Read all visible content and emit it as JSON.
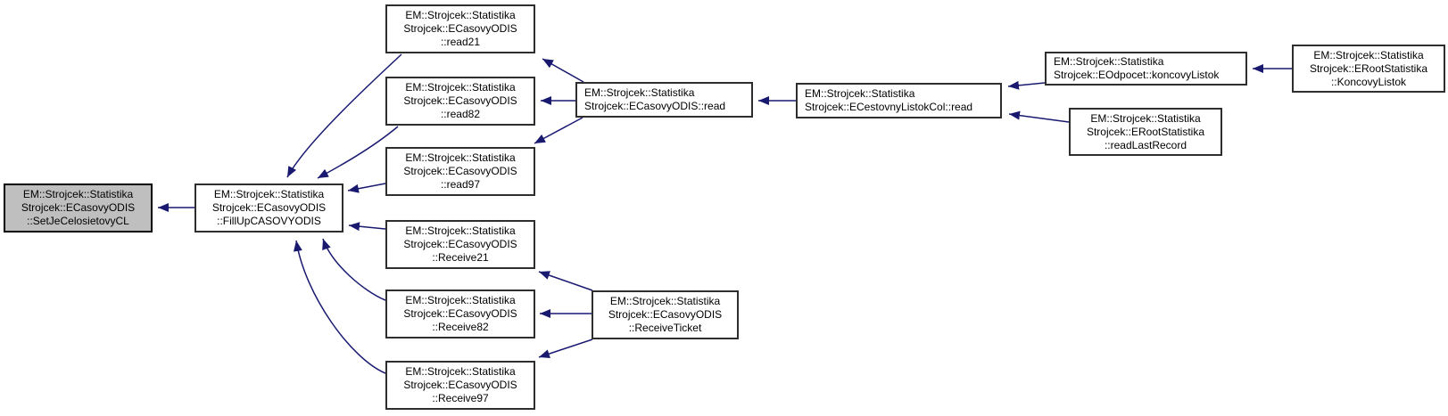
{
  "diagram": {
    "kind": "doxygen-caller-graph",
    "background_color": "#ffffff",
    "edge_color": "#191970",
    "node_fill": "#ffffff",
    "node_border_color": "#2e2e2e",
    "highlighted_node_fill": "#bfbfbf",
    "text_color": "#000000"
  },
  "nodes": {
    "setjecelosietovycl": {
      "lines": [
        "EM::Strojcek::Statistika",
        "Strojcek::ECasovyODIS",
        "::SetJeCelosietovyCL"
      ],
      "highlighted": true
    },
    "fillupcasovyodis": {
      "lines": [
        "EM::Strojcek::Statistika",
        "Strojcek::ECasovyODIS",
        "::FillUpCASOVYODIS"
      ],
      "highlighted": false
    },
    "read21": {
      "lines": [
        "EM::Strojcek::Statistika",
        "Strojcek::ECasovyODIS",
        "::read21"
      ],
      "highlighted": false
    },
    "read82": {
      "lines": [
        "EM::Strojcek::Statistika",
        "Strojcek::ECasovyODIS",
        "::read82"
      ],
      "highlighted": false
    },
    "read97": {
      "lines": [
        "EM::Strojcek::Statistika",
        "Strojcek::ECasovyODIS",
        "::read97"
      ],
      "highlighted": false
    },
    "receive21": {
      "lines": [
        "EM::Strojcek::Statistika",
        "Strojcek::ECasovyODIS",
        "::Receive21"
      ],
      "highlighted": false
    },
    "receive82": {
      "lines": [
        "EM::Strojcek::Statistika",
        "Strojcek::ECasovyODIS",
        "::Receive82"
      ],
      "highlighted": false
    },
    "receive97": {
      "lines": [
        "EM::Strojcek::Statistika",
        "Strojcek::ECasovyODIS",
        "::Receive97"
      ],
      "highlighted": false
    },
    "ecasovyodis_read": {
      "lines": [
        "EM::Strojcek::Statistika",
        "Strojcek::ECasovyODIS::read"
      ],
      "highlighted": false
    },
    "receiveticket": {
      "lines": [
        "EM::Strojcek::Statistika",
        "Strojcek::ECasovyODIS",
        "::ReceiveTicket"
      ],
      "highlighted": false
    },
    "ecestovnylistokcol_read": {
      "lines": [
        "EM::Strojcek::Statistika",
        "Strojcek::ECestovnyListokCol::read"
      ],
      "highlighted": false
    },
    "eodpocet_koncovylistok": {
      "lines": [
        "EM::Strojcek::Statistika",
        "Strojcek::EOdpocet::koncovyListok"
      ],
      "highlighted": false
    },
    "erootstatistika_koncovylistok": {
      "lines": [
        "EM::Strojcek::Statistika",
        "Strojcek::ERootStatistika",
        "::KoncovyListok"
      ],
      "highlighted": false
    },
    "erootstatistika_readlastrecord": {
      "lines": [
        "EM::Strojcek::Statistika",
        "Strojcek::ERootStatistika",
        "::readLastRecord"
      ],
      "highlighted": false
    }
  },
  "edges": [
    {
      "from": "fillupcasovyodis",
      "to": "setjecelosietovycl"
    },
    {
      "from": "read21",
      "to": "fillupcasovyodis"
    },
    {
      "from": "read82",
      "to": "fillupcasovyodis"
    },
    {
      "from": "read97",
      "to": "fillupcasovyodis"
    },
    {
      "from": "receive21",
      "to": "fillupcasovyodis"
    },
    {
      "from": "receive82",
      "to": "fillupcasovyodis"
    },
    {
      "from": "receive97",
      "to": "fillupcasovyodis"
    },
    {
      "from": "ecasovyodis_read",
      "to": "read21"
    },
    {
      "from": "ecasovyodis_read",
      "to": "read82"
    },
    {
      "from": "ecasovyodis_read",
      "to": "read97"
    },
    {
      "from": "receiveticket",
      "to": "receive21"
    },
    {
      "from": "receiveticket",
      "to": "receive82"
    },
    {
      "from": "receiveticket",
      "to": "receive97"
    },
    {
      "from": "ecestovnylistokcol_read",
      "to": "ecasovyodis_read"
    },
    {
      "from": "eodpocet_koncovylistok",
      "to": "ecestovnylistokcol_read"
    },
    {
      "from": "erootstatistika_readlastrecord",
      "to": "ecestovnylistokcol_read"
    },
    {
      "from": "erootstatistika_koncovylistok",
      "to": "eodpocet_koncovylistok"
    }
  ]
}
